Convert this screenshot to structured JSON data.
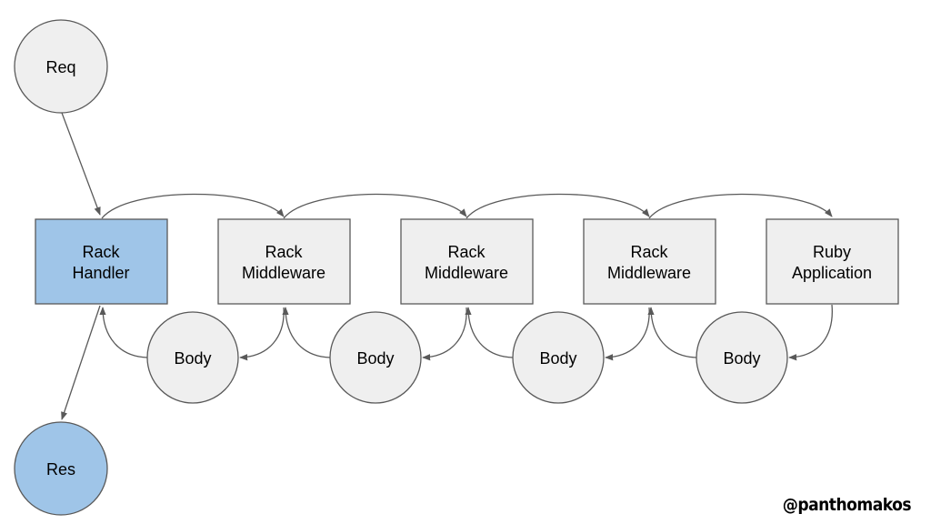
{
  "colors": {
    "node_fill": "#efefef",
    "node_stroke": "#595959",
    "highlight_fill": "#9fc5e8",
    "edge": "#595959"
  },
  "nodes": {
    "req": "Req",
    "res": "Res",
    "rack_handler": [
      "Rack",
      "Handler"
    ],
    "middleware_1": [
      "Rack",
      "Middleware"
    ],
    "middleware_2": [
      "Rack",
      "Middleware"
    ],
    "middleware_3": [
      "Rack",
      "Middleware"
    ],
    "ruby_application": [
      "Ruby",
      "Application"
    ],
    "body_1": "Body",
    "body_2": "Body",
    "body_3": "Body",
    "body_4": "Body"
  },
  "handle": "@panthomakos"
}
